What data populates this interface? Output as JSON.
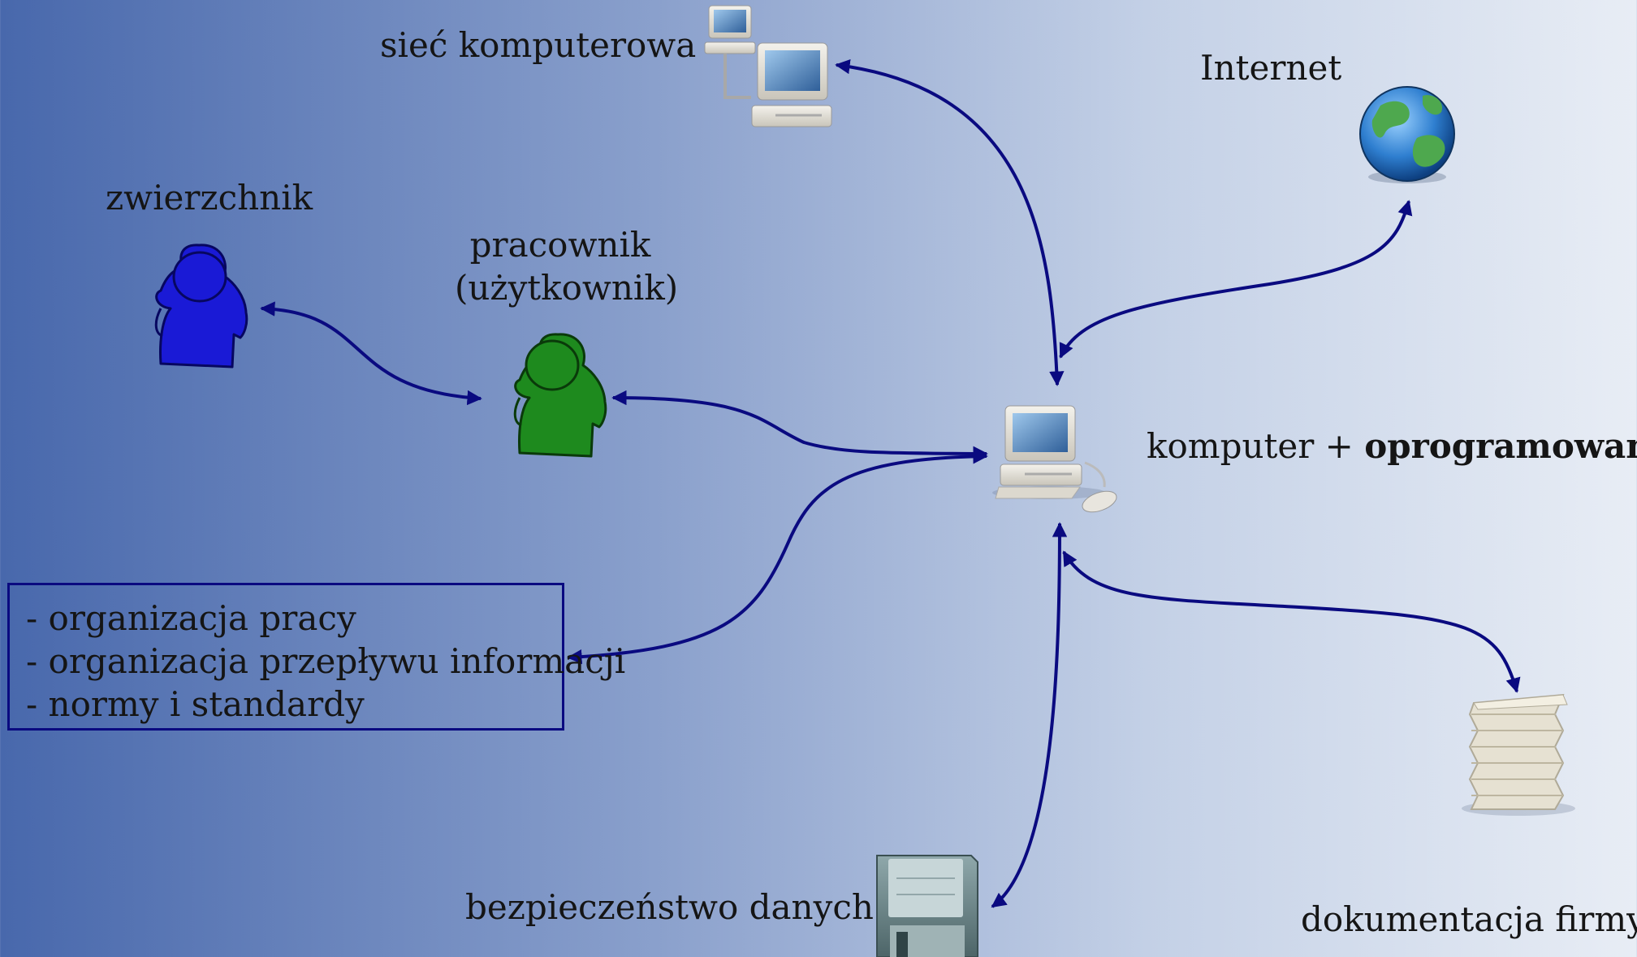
{
  "nodes": {
    "network": {
      "label": "sieć komputerowa",
      "icon": "network-computers-icon"
    },
    "internet": {
      "label": "Internet",
      "icon": "globe-icon"
    },
    "supervisor": {
      "label": "zwierzchnik",
      "icon": "blue-person-icon"
    },
    "employee": {
      "label_line1": "pracownik",
      "label_line2": "(użytkownik)",
      "icon": "green-person-icon"
    },
    "computer": {
      "label_plain": "komputer + ",
      "label_bold": "oprogramowanie",
      "icon": "desktop-computer-icon"
    },
    "security": {
      "label": "bezpieczeństwo danych",
      "icon": "floppy-disk-icon"
    },
    "documentation": {
      "label": "dokumentacja firmy",
      "icon": "paper-stack-icon"
    }
  },
  "rules_box": {
    "items": [
      "- organizacja pracy",
      "- organizacja przepływu informacji",
      "- normy i standardy"
    ]
  },
  "colors": {
    "arrow": "#0a0a80",
    "supervisor": "#1a1ad6",
    "employee": "#1e8a1e"
  }
}
